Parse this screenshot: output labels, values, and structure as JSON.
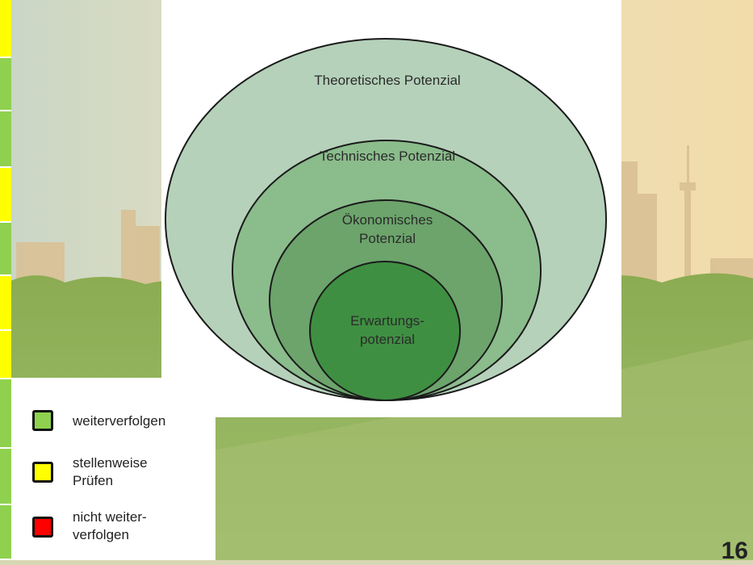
{
  "diagram": {
    "levels": [
      {
        "label": "Theoretisches Potenzial",
        "fill": "#b5d1ba"
      },
      {
        "label": "Technisches Potenzial",
        "fill": "#8bbc8c"
      },
      {
        "label": "Ökonomisches\nPotenzial",
        "fill": "#6ca46c"
      },
      {
        "label": "Erwartungs-\npotenzial",
        "fill": "#3f8f42"
      }
    ]
  },
  "legend": {
    "items": [
      {
        "label": "weiterverfolgen",
        "color": "#8fd14f"
      },
      {
        "label": "stellenweise\nPrüfen",
        "color": "#ffff00"
      },
      {
        "label": "nicht weiter-\nverfolgen",
        "color": "#ff0000"
      }
    ]
  },
  "strip": {
    "segments": [
      "#ffff00",
      "#8fd14f",
      "#8fd14f",
      "#ffff00",
      "#8fd14f",
      "#ffff00",
      "#ffff00",
      "#8fd14f",
      "#8fd14f",
      "#8fd14f"
    ]
  },
  "footer": {
    "page_number": "16"
  },
  "colors": {
    "sky": "#e8dcb0",
    "meadow": "#93b35c",
    "skyline": "#d6b98c"
  }
}
